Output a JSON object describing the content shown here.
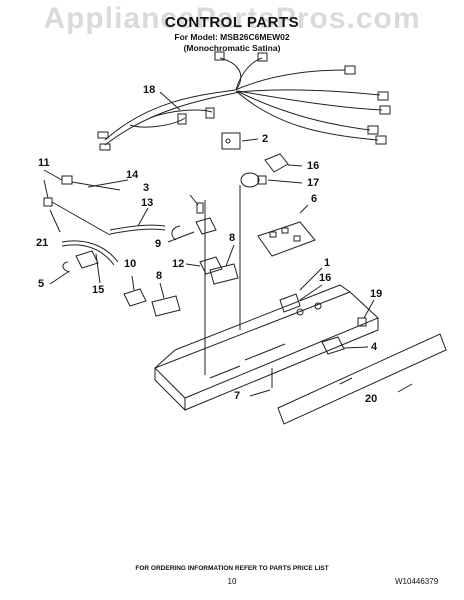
{
  "watermark": "AppliancePartsPros.com",
  "title": "CONTROL PARTS",
  "subtitle_line1": "For Model: MSB26C6MEW02",
  "subtitle_line2": "(Monochromatic Satina)",
  "callouts": [
    {
      "id": "c18",
      "label": "18"
    },
    {
      "id": "c2",
      "label": "2"
    },
    {
      "id": "c11",
      "label": "11"
    },
    {
      "id": "c14",
      "label": "14"
    },
    {
      "id": "c16a",
      "label": "16"
    },
    {
      "id": "c17",
      "label": "17"
    },
    {
      "id": "c3",
      "label": "3"
    },
    {
      "id": "c6",
      "label": "6"
    },
    {
      "id": "c13",
      "label": "13"
    },
    {
      "id": "c9",
      "label": "9"
    },
    {
      "id": "c21",
      "label": "21"
    },
    {
      "id": "c8a",
      "label": "8"
    },
    {
      "id": "c10",
      "label": "10"
    },
    {
      "id": "c12",
      "label": "12"
    },
    {
      "id": "c1",
      "label": "1"
    },
    {
      "id": "c16b",
      "label": "16"
    },
    {
      "id": "c5",
      "label": "5"
    },
    {
      "id": "c15",
      "label": "15"
    },
    {
      "id": "c19",
      "label": "19"
    },
    {
      "id": "c8b",
      "label": "8"
    },
    {
      "id": "c4",
      "label": "4"
    },
    {
      "id": "c7",
      "label": "7"
    },
    {
      "id": "c20",
      "label": "20"
    }
  ],
  "footer_note": "FOR ORDERING INFORMATION REFER TO PARTS PRICE LIST",
  "page_number": "10",
  "doc_id": "W10446379"
}
